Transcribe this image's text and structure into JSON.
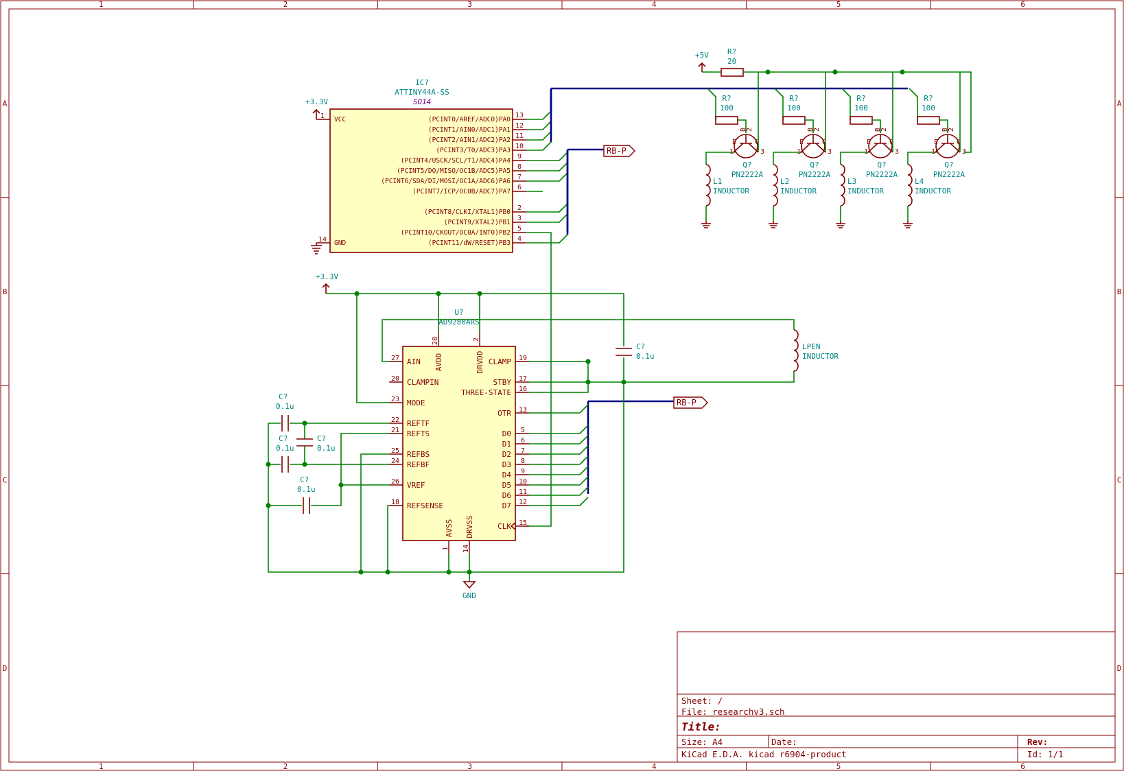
{
  "frame": {
    "columns": [
      "1",
      "2",
      "3",
      "4",
      "5",
      "6"
    ],
    "rows": [
      "A",
      "B",
      "C",
      "D"
    ]
  },
  "title_block": {
    "sheet": "Sheet: /",
    "file": "File: researchv3.sch",
    "title": "Title:",
    "size": "Size: A4",
    "date": "Date:",
    "rev": "Rev:",
    "tool": "KiCad E.D.A.  kicad r6904-product",
    "id": "Id: 1/1"
  },
  "power": {
    "p33_top": "+3.3V",
    "p33_mid": "+3.3V",
    "p5v": "+5V",
    "gnd": "GND"
  },
  "ic_attiny": {
    "ref": "IC?",
    "value": "ATTINY44A-SS",
    "package": "SO14",
    "left_pins": [
      {
        "num": "1",
        "name": "VCC"
      },
      {
        "num": "14",
        "name": "GND"
      }
    ],
    "right_pins": [
      {
        "num": "13",
        "name": "(PCINT0/AREF/ADC0)PA0"
      },
      {
        "num": "12",
        "name": "(PCINT1/AIN0/ADC1)PA1"
      },
      {
        "num": "11",
        "name": "(PCINT2/AIN1/ADC2)PA2"
      },
      {
        "num": "10",
        "name": "(PCINT3/T0/ADC3)PA3"
      },
      {
        "num": "9",
        "name": "(PCINT4/USCK/SCL/T1/ADC4)PA4"
      },
      {
        "num": "8",
        "name": "(PCINT5/DO/MISO/OC1B/ADC5)PA5"
      },
      {
        "num": "7",
        "name": "(PCINT6/SDA/DI/MOSI/OC1A/ADC6)PA6"
      },
      {
        "num": "6",
        "name": "(PCINT7/ICP/OC0B/ADC7)PA7"
      },
      {
        "num": "2",
        "name": "(PCINT8/CLKI/XTAL1)PB0"
      },
      {
        "num": "3",
        "name": "(PCINT9/XTAL2)PB1"
      },
      {
        "num": "5",
        "name": "(PCINT10/CKOUT/OC0A/INT0)PB2"
      },
      {
        "num": "4",
        "name": "(PCINT11/dW/RESET)PB3"
      }
    ]
  },
  "ic_adc": {
    "ref": "U?",
    "value": "AD9280ARS",
    "left_pins": [
      {
        "num": "27",
        "name": "AIN"
      },
      {
        "num": "20",
        "name": "CLAMPIN"
      },
      {
        "num": "23",
        "name": "MODE"
      },
      {
        "num": "22",
        "name": "REFTF"
      },
      {
        "num": "21",
        "name": "REFTS"
      },
      {
        "num": "25",
        "name": "REFBS"
      },
      {
        "num": "24",
        "name": "REFBF"
      },
      {
        "num": "26",
        "name": "VREF"
      },
      {
        "num": "18",
        "name": "REFSENSE"
      }
    ],
    "right_pins": [
      {
        "num": "19",
        "name": "CLAMP"
      },
      {
        "num": "17",
        "name": "STBY"
      },
      {
        "num": "16",
        "name": "THREE-STATE"
      },
      {
        "num": "13",
        "name": "OTR"
      },
      {
        "num": "5",
        "name": "D0"
      },
      {
        "num": "6",
        "name": "D1"
      },
      {
        "num": "7",
        "name": "D2"
      },
      {
        "num": "8",
        "name": "D3"
      },
      {
        "num": "9",
        "name": "D4"
      },
      {
        "num": "10",
        "name": "D5"
      },
      {
        "num": "11",
        "name": "D6"
      },
      {
        "num": "12",
        "name": "D7"
      },
      {
        "num": "15",
        "name": "CLK"
      }
    ],
    "top_pins": [
      {
        "num": "28",
        "name": "AVDD"
      },
      {
        "num": "2",
        "name": "DRVDD"
      }
    ],
    "bottom_pins": [
      {
        "num": "1",
        "name": "AVSS"
      },
      {
        "num": "14",
        "name": "DRVSS"
      }
    ]
  },
  "labels": {
    "rbp_top": "RB-P",
    "rbp_mid": "RB-P"
  },
  "resistor_top": {
    "ref": "R?",
    "value": "20"
  },
  "channels": [
    {
      "rref": "R?",
      "rval": "100",
      "qref": "Q?",
      "qval": "PN2222A",
      "lref": "L1",
      "lval": "INDUCTOR"
    },
    {
      "rref": "R?",
      "rval": "100",
      "qref": "Q?",
      "qval": "PN2222A",
      "lref": "L2",
      "lval": "INDUCTOR"
    },
    {
      "rref": "R?",
      "rval": "100",
      "qref": "Q?",
      "qval": "PN2222A",
      "lref": "L3",
      "lval": "INDUCTOR"
    },
    {
      "rref": "R?",
      "rval": "100",
      "qref": "Q?",
      "qval": "PN2222A",
      "lref": "L4",
      "lval": "INDUCTOR"
    }
  ],
  "transistor_pins": {
    "e": "E",
    "b": "B",
    "c": "C",
    "n1": "1",
    "n2": "2",
    "n3": "3"
  },
  "lpen": {
    "ref": "LPEN",
    "value": "INDUCTOR"
  },
  "cap_decoupling": {
    "ref": "C?",
    "value": "0.1u"
  },
  "caps_ref": [
    {
      "ref": "C?",
      "value": "0.1u"
    },
    {
      "ref": "C?",
      "value": "0.1u"
    },
    {
      "ref": "C?",
      "value": "0.1u"
    },
    {
      "ref": "C?",
      "value": "0.1u"
    }
  ],
  "colors": {
    "frame": "#840000",
    "wire": "#008400",
    "bus": "#000084",
    "text_ref": "#008484",
    "component_body": "#ffffc2"
  }
}
